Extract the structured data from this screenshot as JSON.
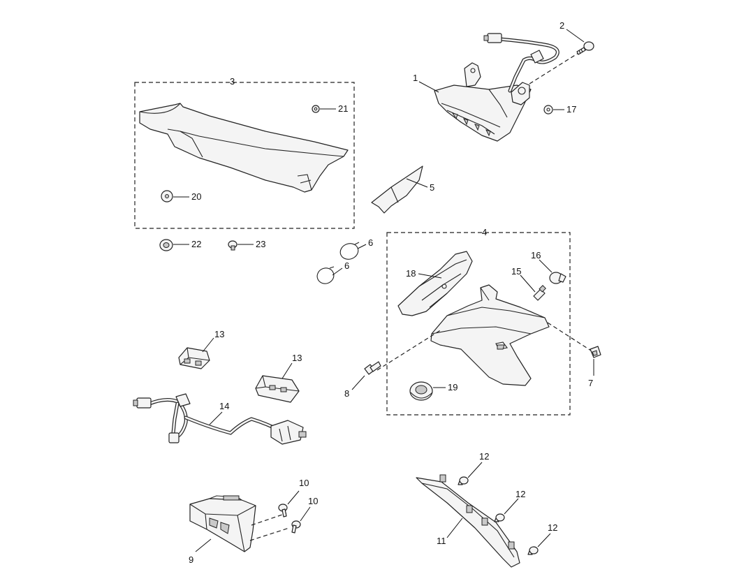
{
  "callouts": {
    "c1": "1",
    "c2": "2",
    "c3": "3",
    "c4": "4",
    "c5": "5",
    "c6a": "6",
    "c6b": "6",
    "c7": "7",
    "c8": "8",
    "c9": "9",
    "c10a": "10",
    "c10b": "10",
    "c11": "11",
    "c12a": "12",
    "c12b": "12",
    "c12c": "12",
    "c13a": "13",
    "c13b": "13",
    "c14": "14",
    "c15": "15",
    "c16": "16",
    "c17": "17",
    "c18": "18",
    "c19": "19",
    "c20": "20",
    "c21": "21",
    "c22": "22",
    "c23": "23"
  }
}
